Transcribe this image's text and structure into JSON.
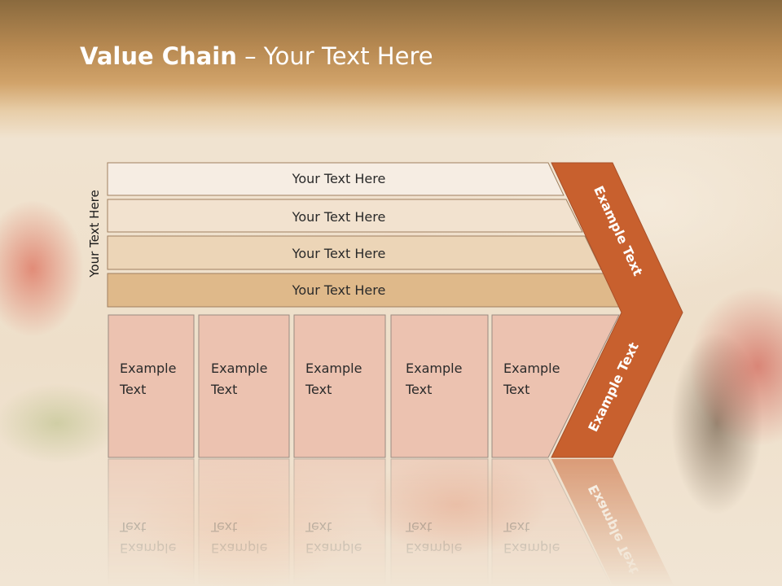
{
  "slide": {
    "title_bold": "Value Chain",
    "title_rest": " – Your Text Here",
    "side_label": "Your Text Here"
  },
  "bars": [
    {
      "label": "Your Text Here",
      "fill": "#f6ede3"
    },
    {
      "label": "Your Text Here",
      "fill": "#f2e2cf"
    },
    {
      "label": "Your Text Here",
      "fill": "#ecd5b7"
    },
    {
      "label": "Your Text Here",
      "fill": "#dfb98a"
    }
  ],
  "chevron": {
    "upper_label": "Example Text",
    "lower_label": "Example Text",
    "fill": "#c8602e"
  },
  "boxes": [
    {
      "line1": "Example",
      "line2": "Text"
    },
    {
      "line1": "Example",
      "line2": "Text"
    },
    {
      "line1": "Example",
      "line2": "Text"
    },
    {
      "line1": "Example",
      "line2": "Text"
    },
    {
      "line1": "Example",
      "line2": "Text"
    }
  ],
  "colors": {
    "box_fill": "#ecc2b0",
    "box_stroke": "#9a8a80",
    "bar_stroke": "#a08060"
  }
}
